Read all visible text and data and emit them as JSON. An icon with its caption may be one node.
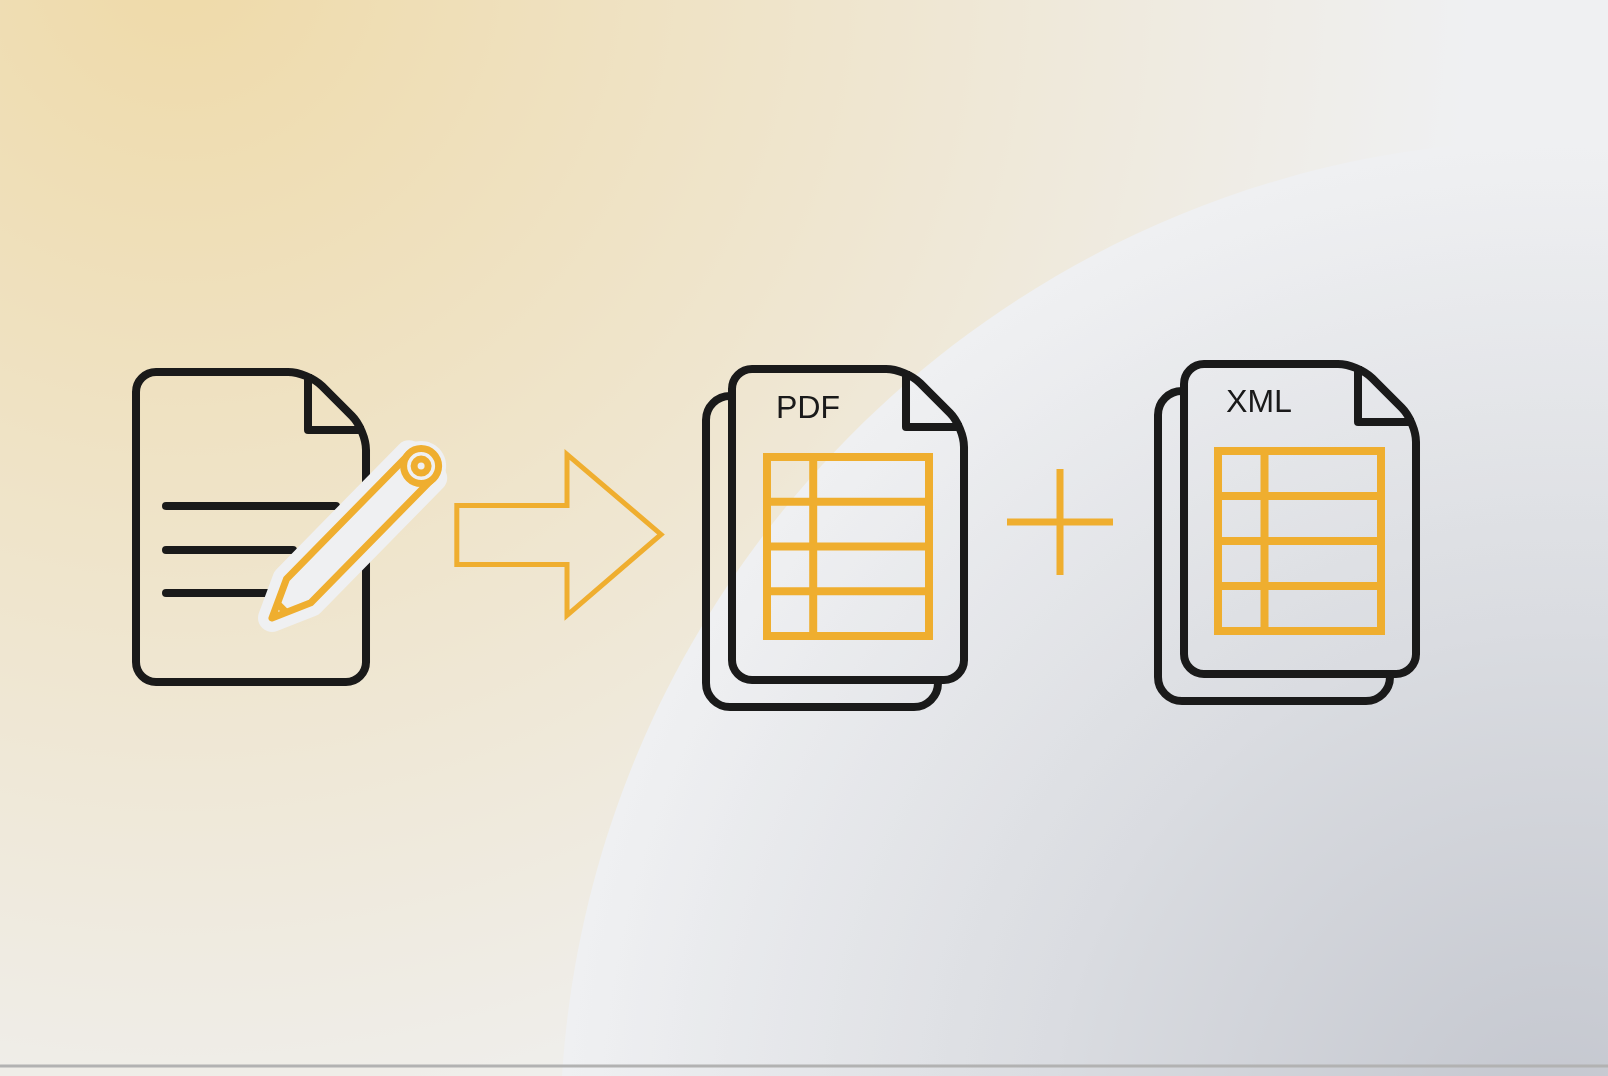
{
  "diagram": {
    "nodes": [
      {
        "text": [],
        "shape": "document"
      },
      {
        "text": [
          "PDF"
        ]
      },
      {
        "text": [
          "XML"
        ]
      }
    ],
    "edges": [
      {
        "from": 0,
        "to": 1,
        "arrow": "to"
      }
    ]
  }
}
